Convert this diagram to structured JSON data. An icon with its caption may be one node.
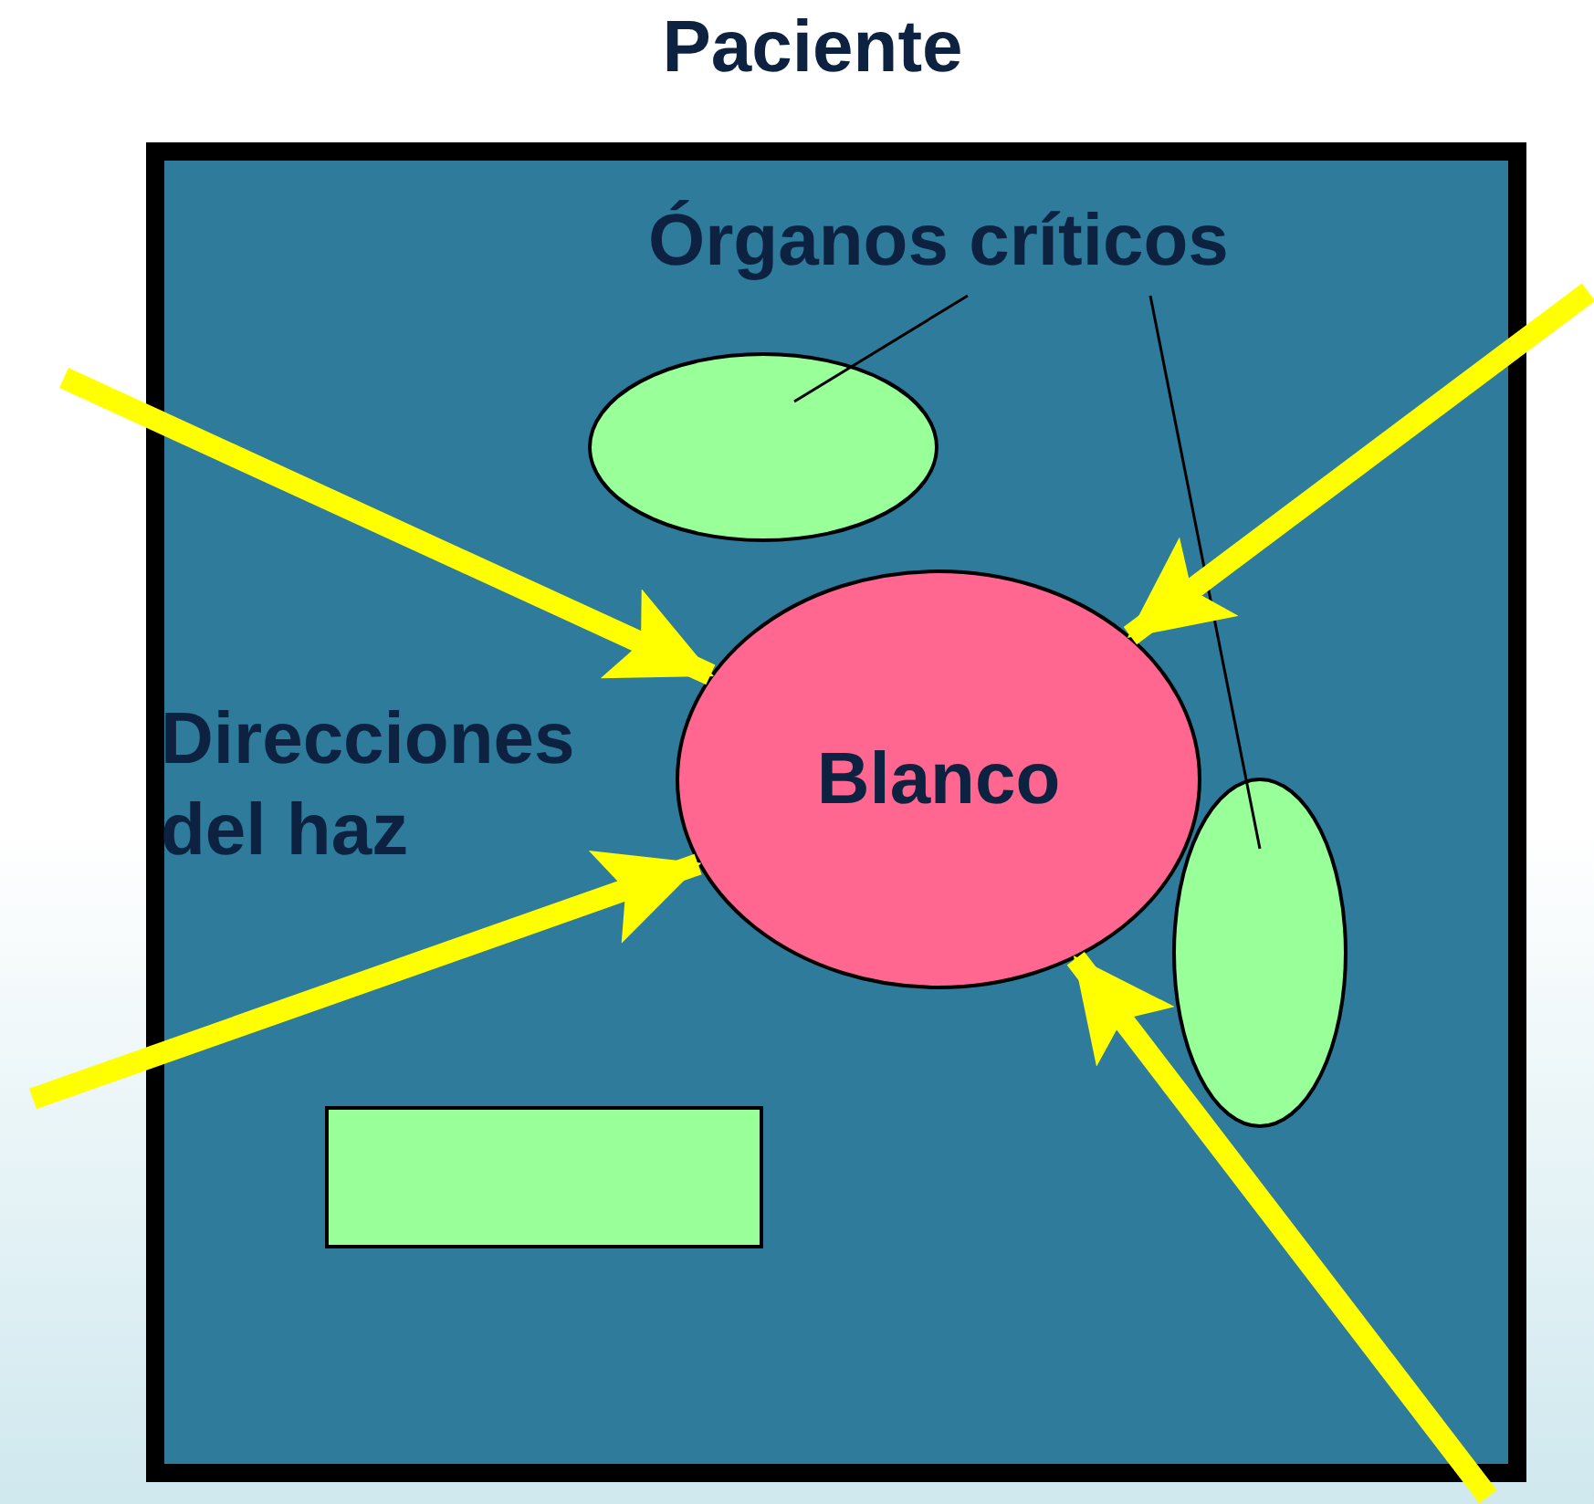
{
  "diagram": {
    "nodes": [
      {
        "text": [
          "Paciente"
        ]
      },
      {
        "text": [
          "Órganos críticos"
        ],
        "in": 0
      },
      {
        "text": [],
        "shape": "ellipse",
        "in": 0
      },
      {
        "text": [
          "Blanco"
        ],
        "in": 0
      },
      {
        "text": [],
        "shape": "ellipse",
        "in": 0
      },
      {
        "text": [],
        "shape": "box",
        "in": 0
      }
    ],
    "edges": [
      {
        "from": 1,
        "to": 2,
        "arrow": "none",
        "color": "#000000"
      },
      {
        "from": 1,
        "to": 4,
        "arrow": "none",
        "color": "#000000"
      },
      {
        "from": null,
        "to": 3,
        "arrow": "to"
      },
      {
        "from": null,
        "to": 3,
        "arrow": "to"
      },
      {
        "from": null,
        "to": 3,
        "arrow": "to"
      },
      {
        "from": null,
        "to": 3,
        "arrow": "to"
      }
    ],
    "labels": [
      "Direcciones del haz"
    ]
  }
}
